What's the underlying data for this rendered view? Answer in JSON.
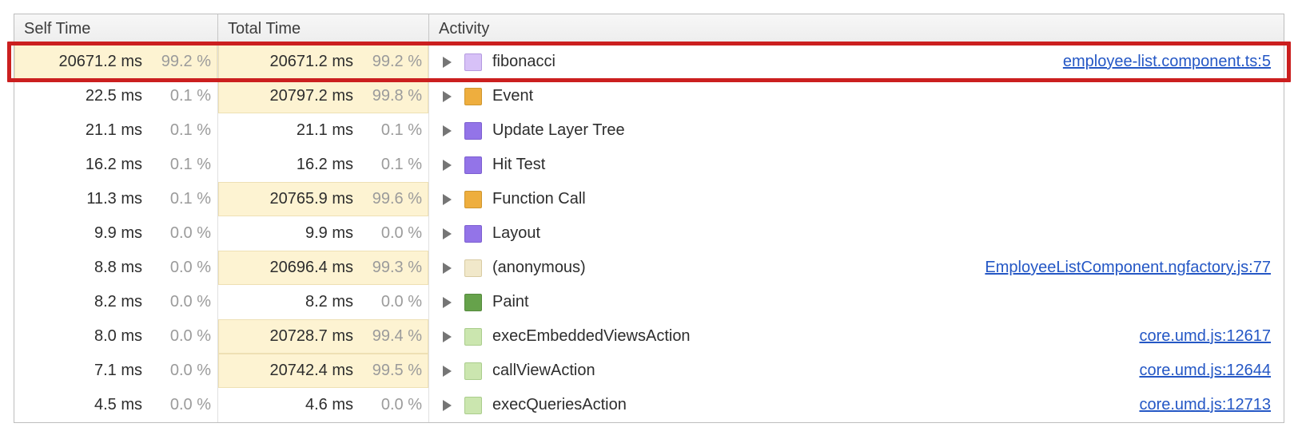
{
  "colors": {
    "hot_cell_bg": "#fdf3d2",
    "link": "#2457c5",
    "annotation": "#cb1f1f",
    "percent_text": "#9b9b9b"
  },
  "header": {
    "columns": [
      "Self Time",
      "Total Time",
      "Activity"
    ]
  },
  "table": {
    "rows": [
      {
        "self_ms": "20671.2 ms",
        "self_pct": "99.2 %",
        "self_hot": true,
        "total_ms": "20671.2 ms",
        "total_pct": "99.2 %",
        "total_hot": true,
        "activity": "fibonacci",
        "swatch_fill": "#d7c1f7",
        "swatch_border": "#b49ae0",
        "link": "employee-list.component.ts:5",
        "annotated": true
      },
      {
        "self_ms": "22.5 ms",
        "self_pct": "0.1 %",
        "self_hot": false,
        "total_ms": "20797.2 ms",
        "total_pct": "99.8 %",
        "total_hot": true,
        "activity": "Event",
        "swatch_fill": "#eeae3e",
        "swatch_border": "#cf962f",
        "link": "",
        "annotated": false
      },
      {
        "self_ms": "21.1 ms",
        "self_pct": "0.1 %",
        "self_hot": false,
        "total_ms": "21.1 ms",
        "total_pct": "0.1 %",
        "total_hot": false,
        "activity": "Update Layer Tree",
        "swatch_fill": "#9374e8",
        "swatch_border": "#7c5fd0",
        "link": "",
        "annotated": false
      },
      {
        "self_ms": "16.2 ms",
        "self_pct": "0.1 %",
        "self_hot": false,
        "total_ms": "16.2 ms",
        "total_pct": "0.1 %",
        "total_hot": false,
        "activity": "Hit Test",
        "swatch_fill": "#9374e8",
        "swatch_border": "#7c5fd0",
        "link": "",
        "annotated": false
      },
      {
        "self_ms": "11.3 ms",
        "self_pct": "0.1 %",
        "self_hot": false,
        "total_ms": "20765.9 ms",
        "total_pct": "99.6 %",
        "total_hot": true,
        "activity": "Function Call",
        "swatch_fill": "#eeae3e",
        "swatch_border": "#cf962f",
        "link": "",
        "annotated": false
      },
      {
        "self_ms": "9.9 ms",
        "self_pct": "0.0 %",
        "self_hot": false,
        "total_ms": "9.9 ms",
        "total_pct": "0.0 %",
        "total_hot": false,
        "activity": "Layout",
        "swatch_fill": "#9374e8",
        "swatch_border": "#7c5fd0",
        "link": "",
        "annotated": false
      },
      {
        "self_ms": "8.8 ms",
        "self_pct": "0.0 %",
        "self_hot": false,
        "total_ms": "20696.4 ms",
        "total_pct": "99.3 %",
        "total_hot": true,
        "activity": "(anonymous)",
        "swatch_fill": "#f1e8ca",
        "swatch_border": "#d8cba2",
        "link": "EmployeeListComponent.ngfactory.js:77",
        "annotated": false
      },
      {
        "self_ms": "8.2 ms",
        "self_pct": "0.0 %",
        "self_hot": false,
        "total_ms": "8.2 ms",
        "total_pct": "0.0 %",
        "total_hot": false,
        "activity": "Paint",
        "swatch_fill": "#66a24b",
        "swatch_border": "#558a3d",
        "link": "",
        "annotated": false
      },
      {
        "self_ms": "8.0 ms",
        "self_pct": "0.0 %",
        "self_hot": false,
        "total_ms": "20728.7 ms",
        "total_pct": "99.4 %",
        "total_hot": true,
        "activity": "execEmbeddedViewsAction",
        "swatch_fill": "#cbe6af",
        "swatch_border": "#aacd8c",
        "link": "core.umd.js:12617",
        "annotated": false
      },
      {
        "self_ms": "7.1 ms",
        "self_pct": "0.0 %",
        "self_hot": false,
        "total_ms": "20742.4 ms",
        "total_pct": "99.5 %",
        "total_hot": true,
        "activity": "callViewAction",
        "swatch_fill": "#cbe6af",
        "swatch_border": "#aacd8c",
        "link": "core.umd.js:12644",
        "annotated": false
      },
      {
        "self_ms": "4.5 ms",
        "self_pct": "0.0 %",
        "self_hot": false,
        "total_ms": "4.6 ms",
        "total_pct": "0.0 %",
        "total_hot": false,
        "activity": "execQueriesAction",
        "swatch_fill": "#cbe6af",
        "swatch_border": "#aacd8c",
        "link": "core.umd.js:12713",
        "annotated": false
      }
    ]
  }
}
